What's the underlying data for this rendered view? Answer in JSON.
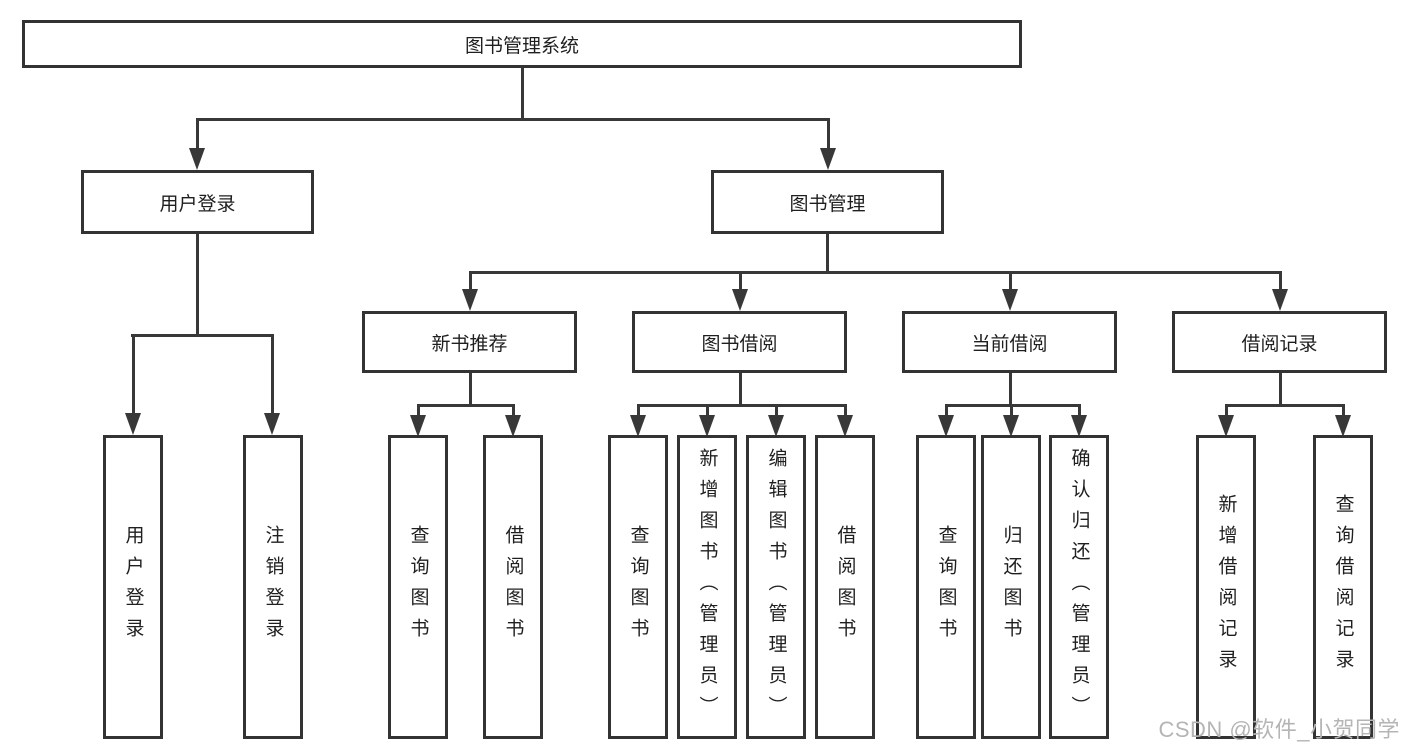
{
  "nodes": {
    "root": "图书管理系统",
    "user_login_branch": "用户登录",
    "book_mgmt_branch": "图书管理",
    "level3": [
      "新书推荐",
      "图书借阅",
      "当前借阅",
      "借阅记录"
    ],
    "user_login_leaves": [
      "用户登录",
      "注销登录"
    ],
    "new_book_leaves": [
      "查询图书",
      "借阅图书"
    ],
    "borrow_leaves": [
      "查询图书",
      "新增图书（管理员）",
      "编辑图书（管理员）",
      "借阅图书"
    ],
    "current_leaves": [
      "查询图书",
      "归还图书",
      "确认归还（管理员）"
    ],
    "record_leaves": [
      "新增借阅记录",
      "查询借阅记录"
    ]
  },
  "watermark": "CSDN @软件_小贺同学",
  "colors": {
    "line": "#383838",
    "box_border": "#333333",
    "text": "#1f1f1f",
    "watermark": "#b5b5b5",
    "background": "#ffffff"
  }
}
